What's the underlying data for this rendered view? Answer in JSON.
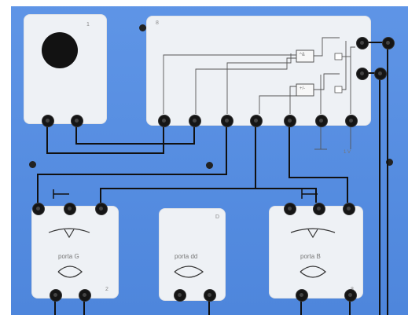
{
  "panels": {
    "speaker_number": "1",
    "main_number": "8",
    "left_label": "porta G",
    "left_number": "2",
    "mid_label": "porta dd",
    "mid_number": "D",
    "right_label": "porta B",
    "right_number": "8",
    "main_box_top_label": "^&",
    "main_box_bottom_label": "+/-",
    "ground_label": "1 V"
  },
  "colors": {
    "background": "#5b8fe0",
    "panel": "#eef1f5",
    "terminal": "#151515",
    "wire": "#111111"
  }
}
